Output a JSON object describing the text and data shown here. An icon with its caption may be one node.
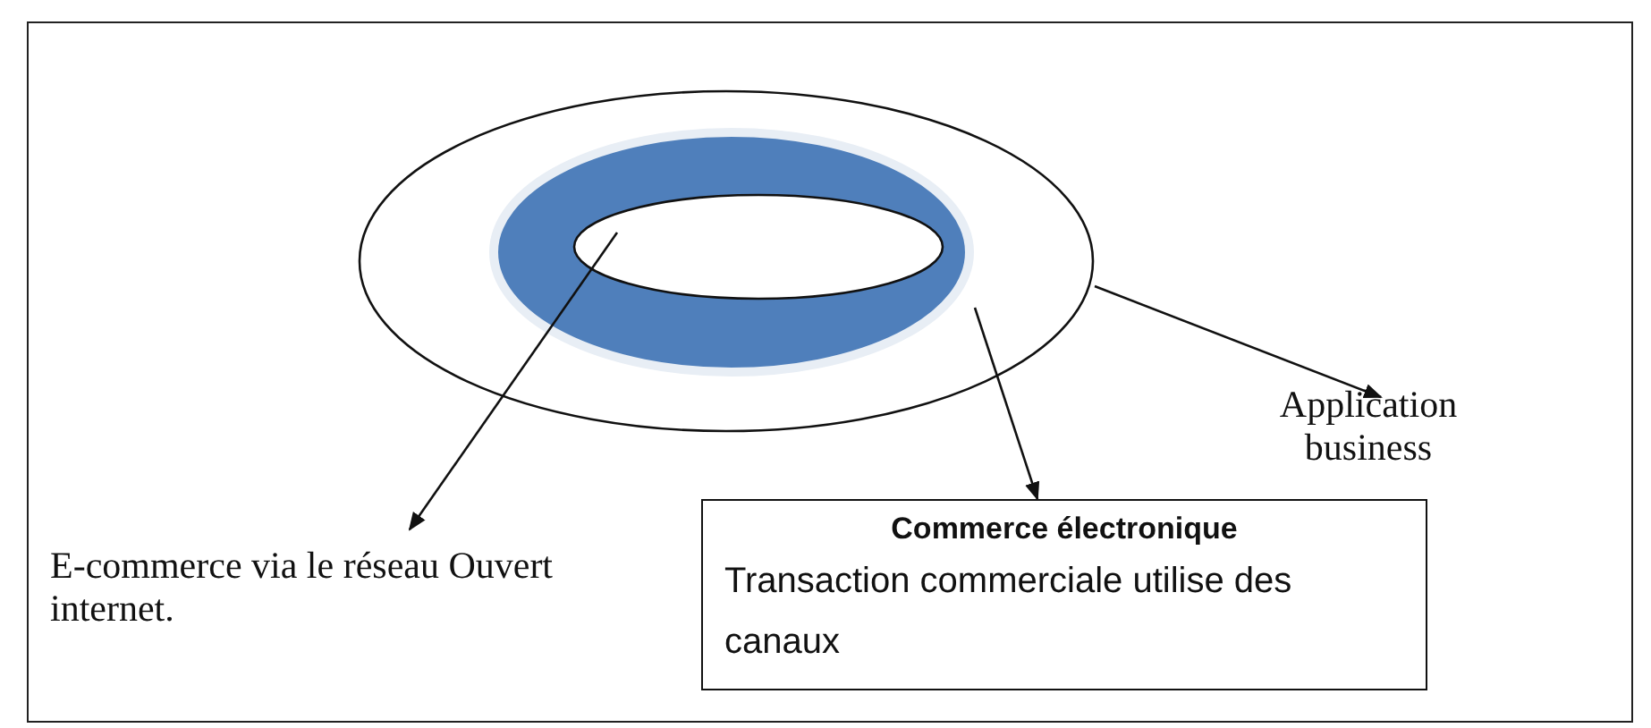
{
  "diagram": {
    "nodes": [
      {
        "text": [],
        "shape": "ellipse"
      },
      {
        "text": [],
        "shape": "ring",
        "in": 0
      },
      {
        "text": [],
        "shape": "ellipse",
        "in": 1
      },
      {
        "text": [
          "Application business"
        ]
      },
      {
        "text": [
          "Commerce électronique",
          "Transaction commerciale utilise des canaux"
        ]
      },
      {
        "text": [
          "E-commerce via le réseau Ouvert  internet."
        ]
      }
    ],
    "edges": [
      {
        "from": 2,
        "to": 5,
        "arrow": "to"
      },
      {
        "from": 1,
        "to": 4,
        "arrow": "to"
      },
      {
        "from": 0,
        "to": 3,
        "arrow": "to"
      }
    ]
  }
}
